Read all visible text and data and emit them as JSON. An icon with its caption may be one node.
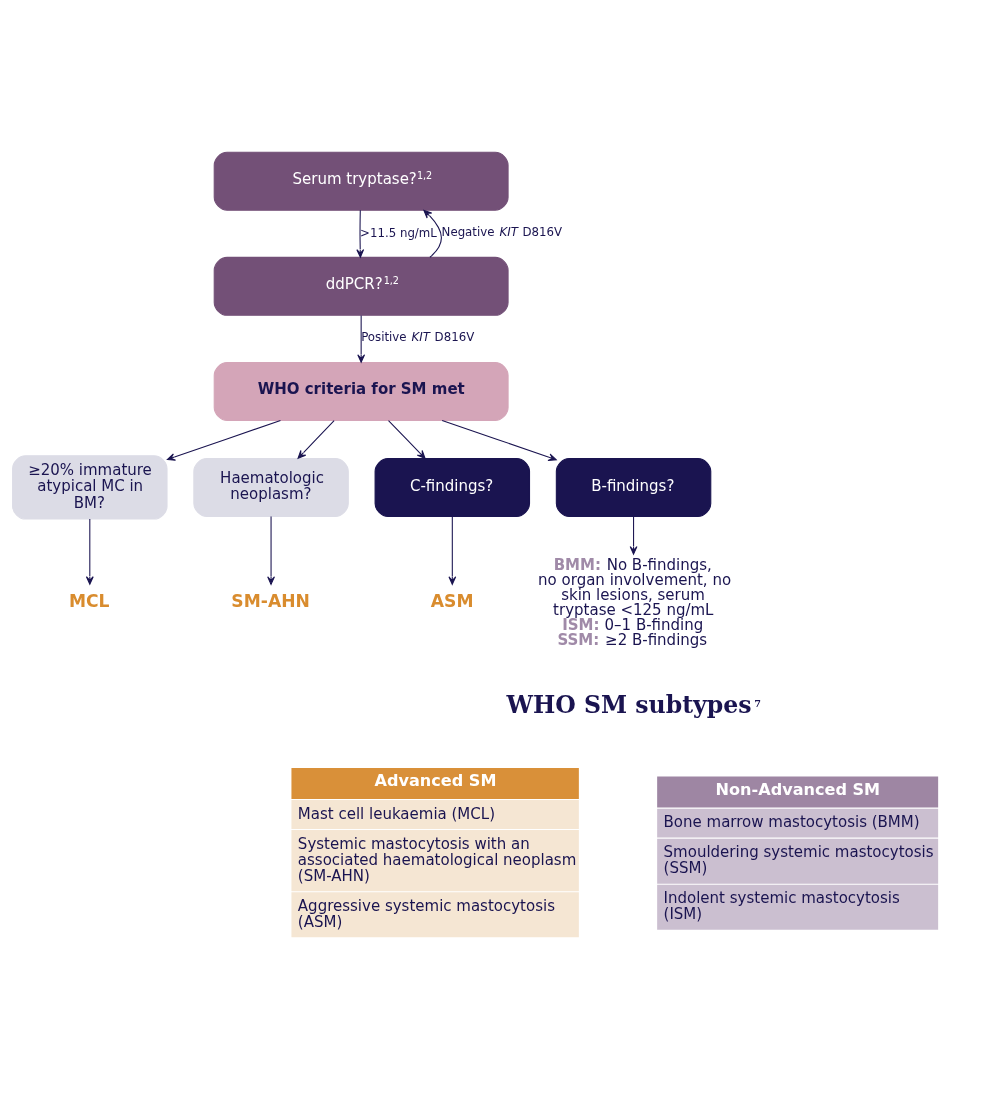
{
  "diagram": {
    "nodes": [
      {
        "text": [
          "Serum tryptase?$^{1,2}$"
        ]
      },
      {
        "text": [
          "ddPCR?$^{1,2}$"
        ]
      },
      {
        "text": [
          "WHO criteria for SM met"
        ]
      },
      {
        "text": [
          "≥20% immature atypical MC in BM?"
        ]
      },
      {
        "text": [
          "Haematologic neoplasm?"
        ]
      },
      {
        "text": [
          "C-findings?"
        ]
      },
      {
        "text": [
          "B-findings?"
        ]
      },
      {
        "text": [
          "MCL"
        ]
      },
      {
        "text": [
          "SM-AHN"
        ]
      },
      {
        "text": [
          "ASM"
        ]
      },
      {
        "text": [
          "**BMM:** No B-findings, no organ involvement, no skin lesions, serum tryptase <125 ng/mL",
          "**ISM:** 0–1 B-finding",
          "**SSM:** ≥2 B-findings"
        ]
      },
      {
        "text": [
          "Advanced SM",
          "Mast cell leukaemia (MCL)",
          "Systemic mastocytosis with an associated haematological neoplasm (SM-AHN)",
          "Aggressive systemic mastocytosis (ASM)"
        ]
      },
      {
        "text": [
          "Non-Advanced SM",
          "Bone marrow mastocytosis (BMM)",
          "Smouldering systemic mastocytosis (SSM)",
          "Indolent systemic mastocytosis (ISM)"
        ]
      }
    ],
    "edges": [
      {
        "from": 0,
        "to": 1,
        "arrow": "to",
        "label": ">11.5 ng/mL"
      },
      {
        "from": 1,
        "to": 0,
        "arrow": "to",
        "label": "Negative *KIT* D816V"
      },
      {
        "from": 1,
        "to": 2,
        "arrow": "to",
        "label": "Positive *KIT* D816V"
      },
      {
        "from": 2,
        "to": 3,
        "arrow": "to"
      },
      {
        "from": 2,
        "to": 4,
        "arrow": "to"
      },
      {
        "from": 2,
        "to": 5,
        "arrow": "to"
      },
      {
        "from": 2,
        "to": 6,
        "arrow": "to"
      },
      {
        "from": 3,
        "to": 7,
        "arrow": "to"
      },
      {
        "from": 4,
        "to": 8,
        "arrow": "to"
      },
      {
        "from": 5,
        "to": 9,
        "arrow": "to"
      },
      {
        "from": 6,
        "to": 10,
        "arrow": "to"
      }
    ],
    "labels": [
      "WHO SM subtypes$^{7}$"
    ]
  }
}
